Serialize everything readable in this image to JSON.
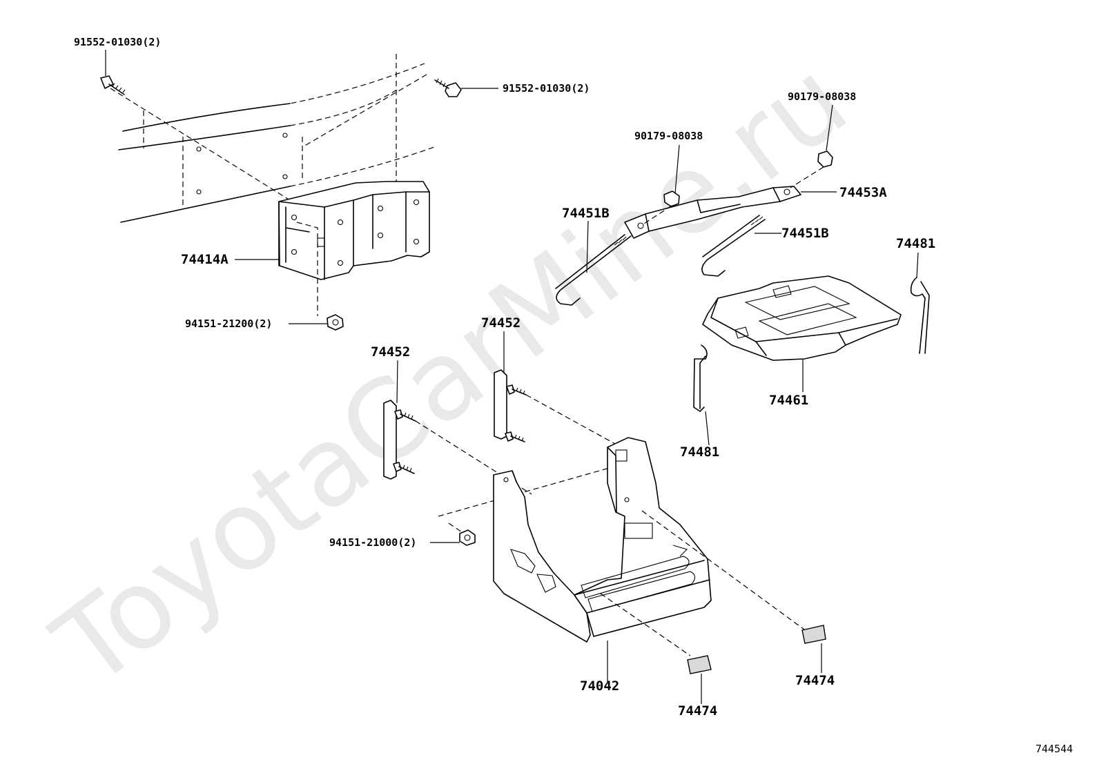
{
  "watermark": "ToyotaCarMine.ru",
  "figure_id": "744544",
  "parts": [
    {
      "key": "bolt_top_left",
      "number": "91552-01030(2)"
    },
    {
      "key": "bolt_top_right",
      "number": "91552-01030(2)"
    },
    {
      "key": "frame_bracket",
      "number": "74414A"
    },
    {
      "key": "nut_frame",
      "number": "94151-21200(2)"
    },
    {
      "key": "nut_clamp_left",
      "number": "90179-08038"
    },
    {
      "key": "nut_clamp_right",
      "number": "90179-08038"
    },
    {
      "key": "clamp",
      "number": "74453A"
    },
    {
      "key": "hook_bolt_left",
      "number": "74451B"
    },
    {
      "key": "hook_bolt_right",
      "number": "74451B"
    },
    {
      "key": "hold_down_rod_right",
      "number": "74481"
    },
    {
      "key": "battery_tray_top",
      "number": "74461"
    },
    {
      "key": "hold_down_rod_left",
      "number": "74481"
    },
    {
      "key": "stud_plate_left",
      "number": "74452"
    },
    {
      "key": "stud_plate_right",
      "number": "74452"
    },
    {
      "key": "nut_carrier",
      "number": "94151-21000(2)"
    },
    {
      "key": "battery_carrier",
      "number": "74042"
    },
    {
      "key": "pad_bottom",
      "number": "74474"
    },
    {
      "key": "pad_right",
      "number": "74474"
    }
  ]
}
